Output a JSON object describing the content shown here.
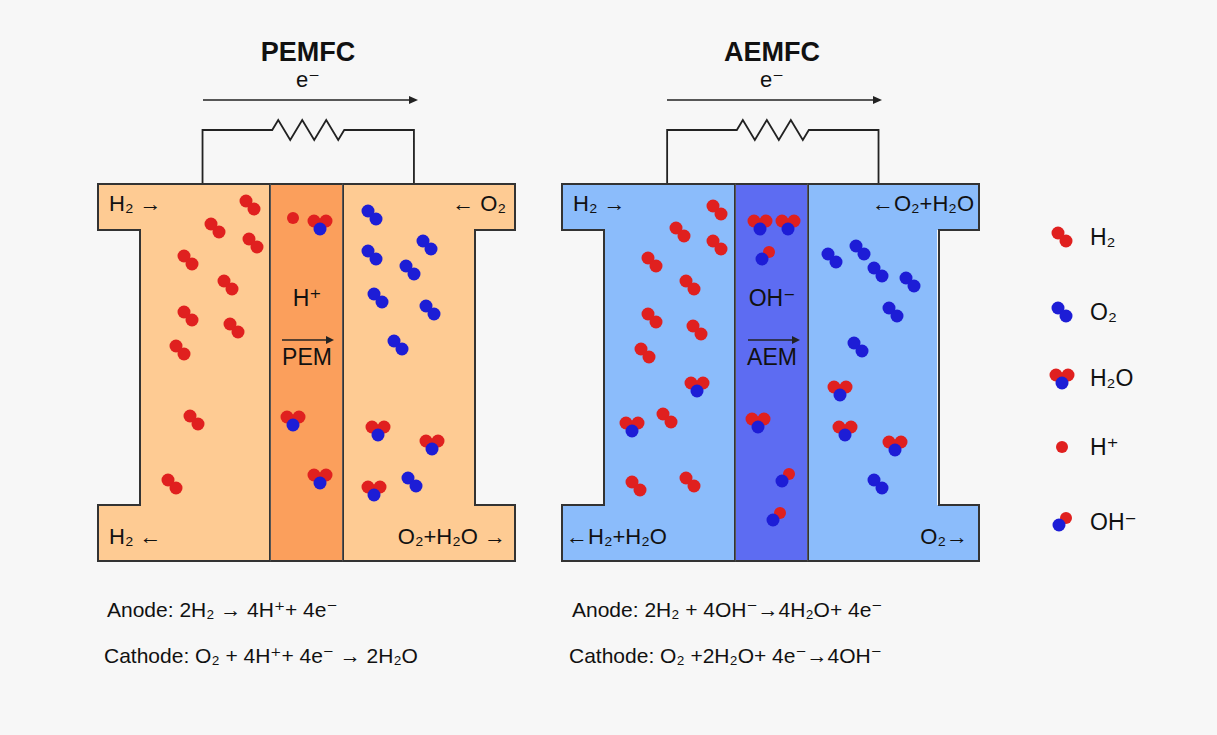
{
  "diagram": {
    "nodes": [
      {
        "text": [
          "H₂ →",
          "H₂ ←"
        ]
      },
      {
        "text": [
          "H⁺",
          "PEM"
        ]
      },
      {
        "text": [
          "← O₂",
          "O₂+H₂O →"
        ]
      },
      {
        "text": [
          "H₂ →",
          "←H₂+H₂O"
        ]
      },
      {
        "text": [
          "OH⁻",
          "AEM"
        ]
      },
      {
        "text": [
          "←O₂+H₂O",
          "O₂→"
        ]
      }
    ],
    "edges": [
      {
        "from": 0,
        "to": 2,
        "arrow": "none"
      },
      {
        "from": 3,
        "to": 5,
        "arrow": "none"
      }
    ],
    "labels": [
      "PEMFC",
      "e⁻",
      "AEMFC",
      "e⁻",
      "Anode: 2H₂ → 4H⁺+ 4e⁻",
      "Cathode: O₂ + 4H⁺+ 4e⁻  → 2H₂O",
      "Anode: 2H₂ + 4OH⁻→4H₂O+ 4e⁻",
      "Cathode: O₂ +2H₂O+ 4e⁻→4OH⁻"
    ],
    "legend": [
      {
        "text": "H₂"
      },
      {
        "text": "O₂"
      },
      {
        "text": "H₂O"
      },
      {
        "text": "H⁺"
      },
      {
        "text": "OH⁻"
      }
    ]
  }
}
